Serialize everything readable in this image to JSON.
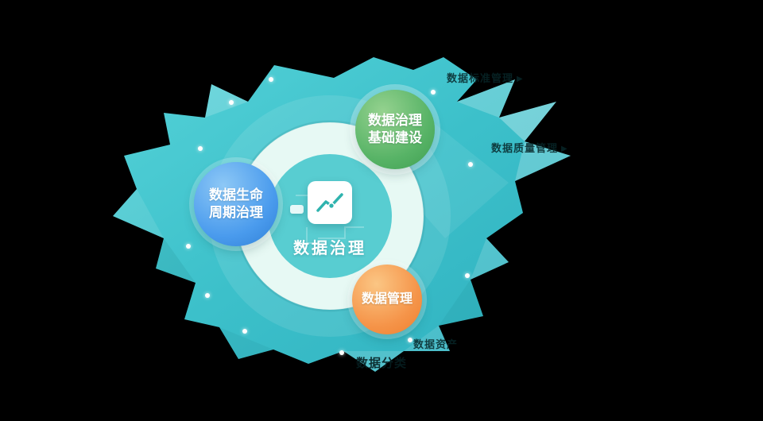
{
  "background": "#000000",
  "palette": {
    "teal": "#3cc0ca",
    "ring_mint": "#e7f9f4",
    "inner_teal": "#58cdd1",
    "green": "#57b366",
    "blue": "#4a9bed",
    "orange": "#f59449",
    "icon_stroke": "#2fb3ae"
  },
  "center": {
    "label": "数据治理",
    "icon": "line-chart-icon"
  },
  "nodes": [
    {
      "id": "infrastructure",
      "line1": "数据治理",
      "line2": "基础建设"
    },
    {
      "id": "lifecycle",
      "line1": "数据生命",
      "line2": "周期治理"
    },
    {
      "id": "management",
      "line1": "数据管理",
      "line2": ""
    }
  ],
  "edge_labels": [
    {
      "text": "数据标准管理",
      "arrow": "▶"
    },
    {
      "text": "数据质量管理",
      "arrow": "▶"
    },
    {
      "text": "数据资产"
    },
    {
      "text": "数据分类"
    }
  ]
}
